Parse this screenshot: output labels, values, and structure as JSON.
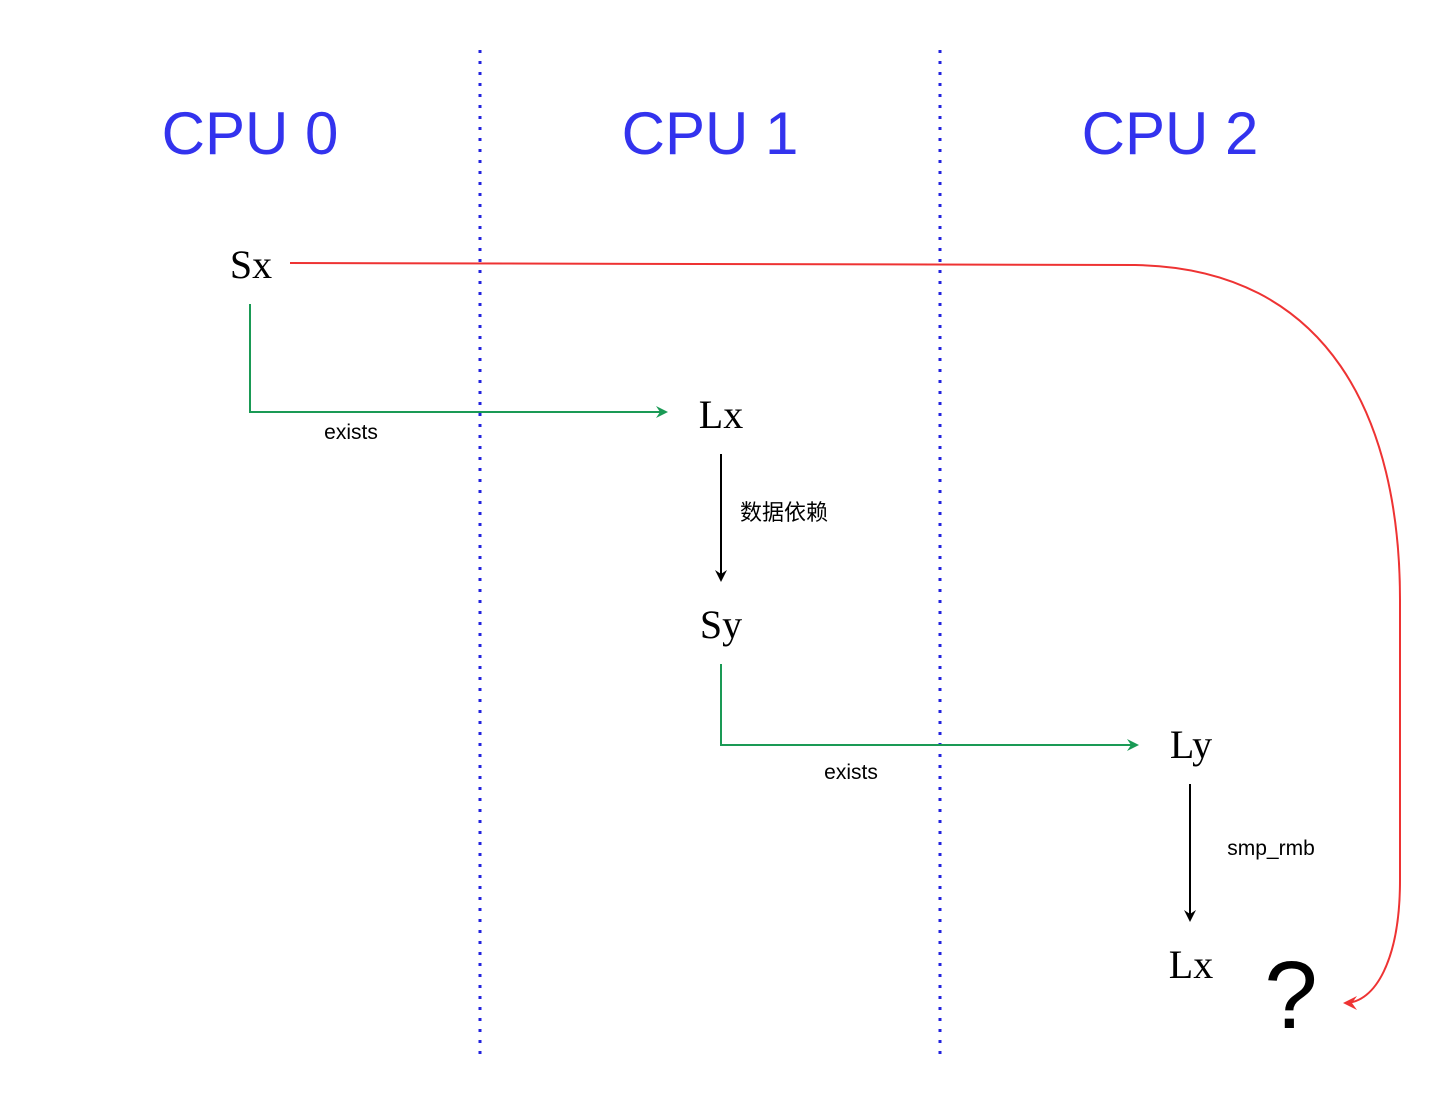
{
  "colors": {
    "cpu_label": "#3333ee",
    "divider": "#2222dd",
    "exists_edge": "#1a9a55",
    "order_edge": "#000000",
    "observe_edge": "#ee3333",
    "text": "#000000"
  },
  "cpus": [
    {
      "label": "CPU 0"
    },
    {
      "label": "CPU 1"
    },
    {
      "label": "CPU 2"
    }
  ],
  "operations": {
    "cpu0_store_x": "Sx",
    "cpu1_load_x": "Lx",
    "cpu1_store_y": "Sy",
    "cpu2_load_y": "Ly",
    "cpu2_load_x": "Lx"
  },
  "edges": {
    "exists_1": "exists",
    "data_dependency": "数据依赖",
    "exists_2": "exists",
    "smp_rmb": "smp_rmb"
  },
  "question_mark": "?"
}
